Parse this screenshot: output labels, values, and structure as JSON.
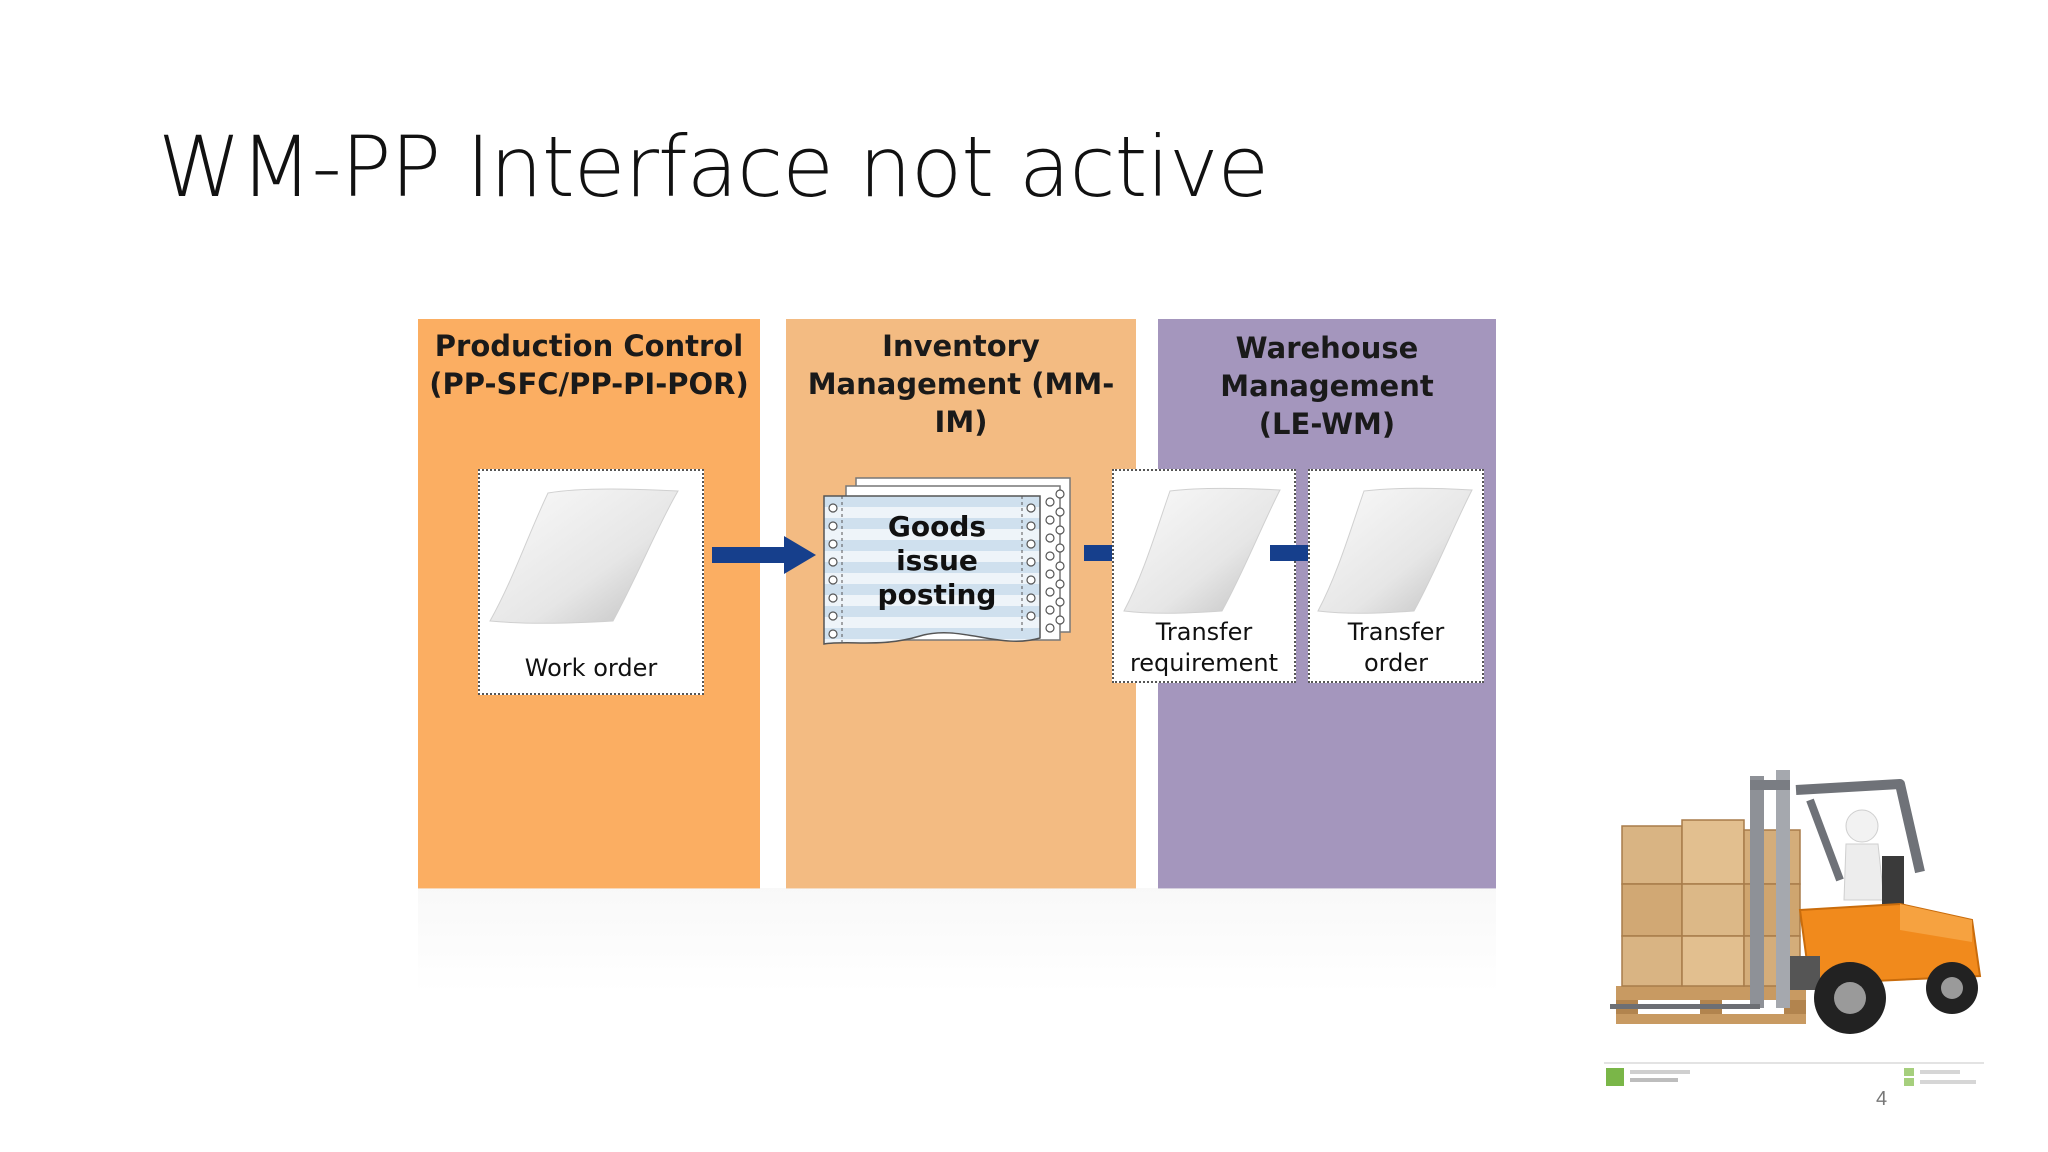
{
  "slide": {
    "title": "WM-PP Interface not active",
    "page_number": "4"
  },
  "lanes": [
    {
      "id": "pp",
      "title": "Production Control\n(PP-SFC/PP-PI-POR)",
      "color": "#fbae62"
    },
    {
      "id": "im",
      "title": "Inventory\nManagement (MM-IM)",
      "color": "#f3bb82"
    },
    {
      "id": "wm",
      "title": "Warehouse\nManagement\n(LE-WM)",
      "color": "#a496bd"
    }
  ],
  "documents": {
    "work_order": "Work order",
    "goods_issue": "Goods\nissue\nposting",
    "transfer_requirement": "Transfer\nrequirement",
    "transfer_order": "Transfer\norder"
  },
  "colors": {
    "arrow": "#163f8c",
    "sheet_light": "#f2f2f2",
    "sheet_shadow": "#c8c8c8",
    "listing_stripe": "#cfe0ee"
  },
  "icons": {
    "document": "document-sheet-icon",
    "listing": "continuous-paper-icon",
    "arrow": "right-arrow-icon",
    "illustration": "forklift-illustration"
  }
}
